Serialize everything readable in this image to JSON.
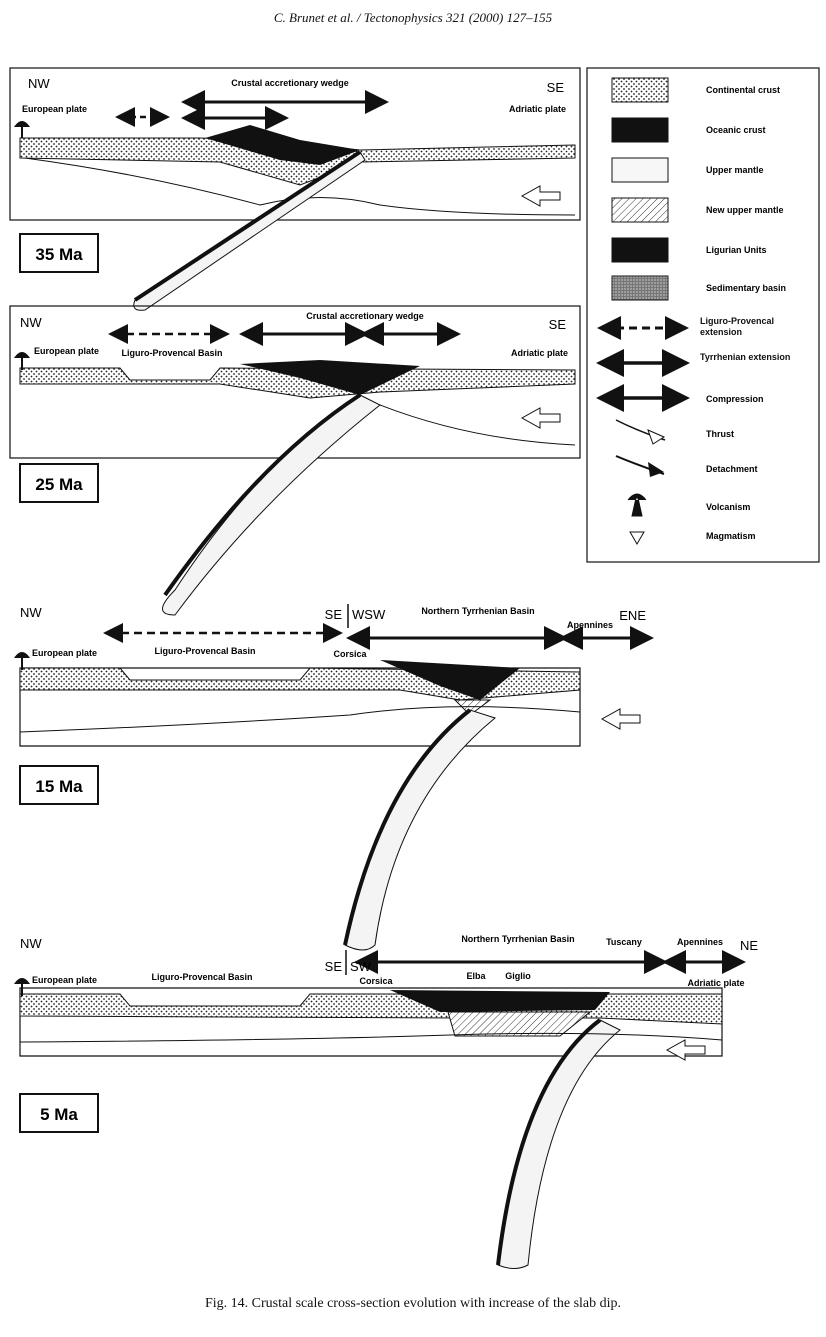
{
  "header": "C. Brunet et al. / Tectonophysics 321 (2000) 127–155",
  "caption": "Fig. 14. Crustal scale cross-section evolution with increase of the slab dip.",
  "panels": [
    {
      "age": "35 Ma",
      "dir_left": "NW",
      "dir_right": "SE",
      "labels": {
        "wedge": "Crustal accretionary wedge",
        "euro": "European plate",
        "adriatic": "Adriatic plate"
      }
    },
    {
      "age": "25 Ma",
      "dir_left": "NW",
      "dir_right": "SE",
      "labels": {
        "wedge": "Crustal accretionary wedge",
        "euro": "European plate",
        "basin": "Liguro-Provencal Basin",
        "adriatic": "Adriatic plate"
      }
    },
    {
      "age": "15 Ma",
      "dir_left": "NW",
      "dir_mid_se": "SE",
      "dir_mid": "WSW",
      "dir_right": "ENE",
      "labels": {
        "euro": "European plate",
        "basin": "Liguro-Provencal Basin",
        "corsica": "Corsica",
        "ntb": "Northern Tyrrhenian Basin",
        "apennines": "Apennines"
      }
    },
    {
      "age": "5 Ma",
      "dir_left": "NW",
      "dir_mid_se": "SE",
      "dir_mid": "SW",
      "dir_right": "NE",
      "labels": {
        "euro": "European plate",
        "basin": "Liguro-Provencal Basin",
        "corsica": "Corsica",
        "ntb": "Northern Tyrrhenian Basin",
        "elba": "Elba",
        "giglio": "Giglio",
        "tuscany": "Tuscany",
        "apennines": "Apennines",
        "adriatic": "Adriatic plate"
      }
    }
  ],
  "legend": [
    {
      "label": "Continental crust"
    },
    {
      "label": "Oceanic crust"
    },
    {
      "label": "Upper mantle"
    },
    {
      "label": "New upper mantle"
    },
    {
      "label": "Ligurian Units"
    },
    {
      "label": "Sedimentary basin"
    },
    {
      "label": "Liguro-Provencal extension"
    },
    {
      "label": "Tyrrhenian extension"
    },
    {
      "label": "Compression"
    },
    {
      "label": "Thrust"
    },
    {
      "label": "Detachment"
    },
    {
      "label": "Volcanism"
    },
    {
      "label": "Magmatism"
    }
  ]
}
